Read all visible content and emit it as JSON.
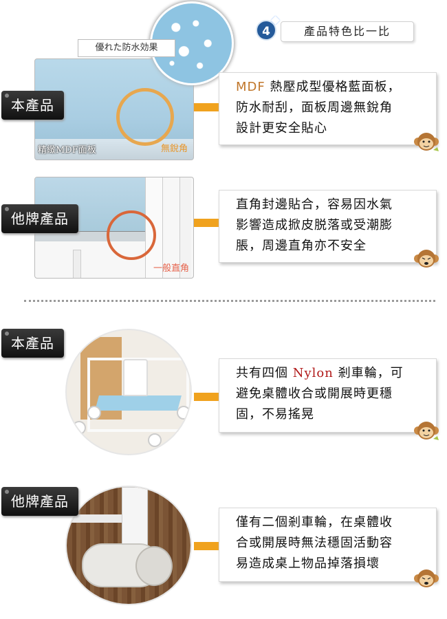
{
  "header": {
    "badge_number": "4",
    "title": "產品特色比一比"
  },
  "section1": {
    "water_label": "優れた防水効果",
    "photo_ours": {
      "label_left": "精緻MDF面板",
      "label_right": "無銳角"
    },
    "pill_ours": "本產品",
    "text_ours": {
      "accent": "MDF",
      "rest_line1": " 熱壓成型優格藍面板，",
      "line2": "防水耐刮，面板周邊無銳角",
      "line3": "設計更安全貼心"
    },
    "photo_other": {
      "label_right": "一般直角"
    },
    "pill_other": "他牌產品",
    "text_other": {
      "line1": "直角封邊貼合，容易因水氣",
      "line2": "影響造成掀皮脱落或受潮膨",
      "line3": "脹，周邊直角亦不安全"
    }
  },
  "section2": {
    "pill_ours": "本產品",
    "text_ours": {
      "pre": "共有四個 ",
      "accent": "Nylon",
      "post": " 剎車輪，可",
      "line2": "避免桌體收合或開展時更穩",
      "line3": "固，不易搖晃"
    },
    "pill_other": "他牌產品",
    "text_other": {
      "line1": "僅有二個剎車輪，在桌體收",
      "line2": "合或開展時無法穩固活動容",
      "line3": "易造成桌上物品掉落損壞"
    }
  },
  "colors": {
    "arrow": "#f0a21e",
    "accent_mdf": "#c0762a",
    "accent_nylon": "#b01818",
    "pill_bg": "#1a1a1a",
    "badge_bg": "#245a9a"
  },
  "icons": [
    "water-drops-image",
    "monkey-mascot-icon",
    "arrow-right-icon",
    "star-sparkle-icon"
  ]
}
